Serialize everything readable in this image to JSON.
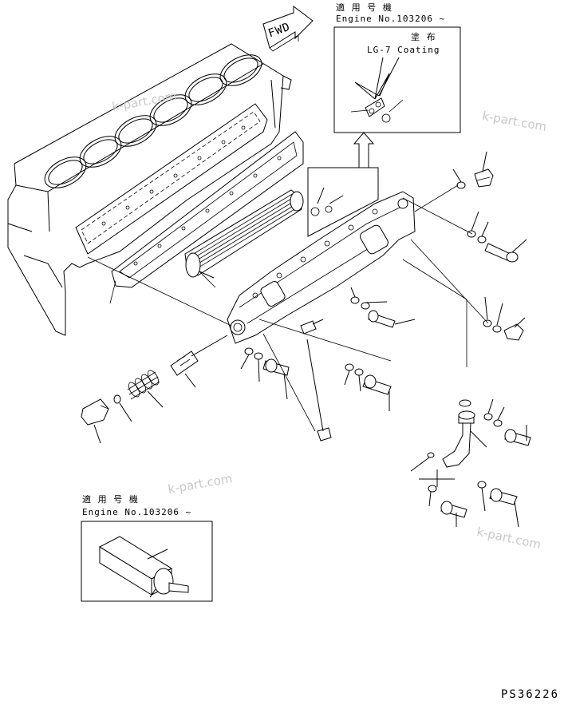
{
  "inset_top": {
    "applicable_label": "適 用 号 機",
    "engine_no": "Engine No.103206 ~",
    "coating_jp": "塗 布",
    "coating_en": "LG-7 Coating"
  },
  "inset_bottom": {
    "applicable_label": "適 用 号 機",
    "engine_no": "Engine No.103206 ~"
  },
  "fwd_label": "FWD",
  "drawing_number": "PS36226",
  "watermarks": [
    "k-part.com",
    "k-part.com",
    "k-part.com",
    "k-part.com"
  ]
}
